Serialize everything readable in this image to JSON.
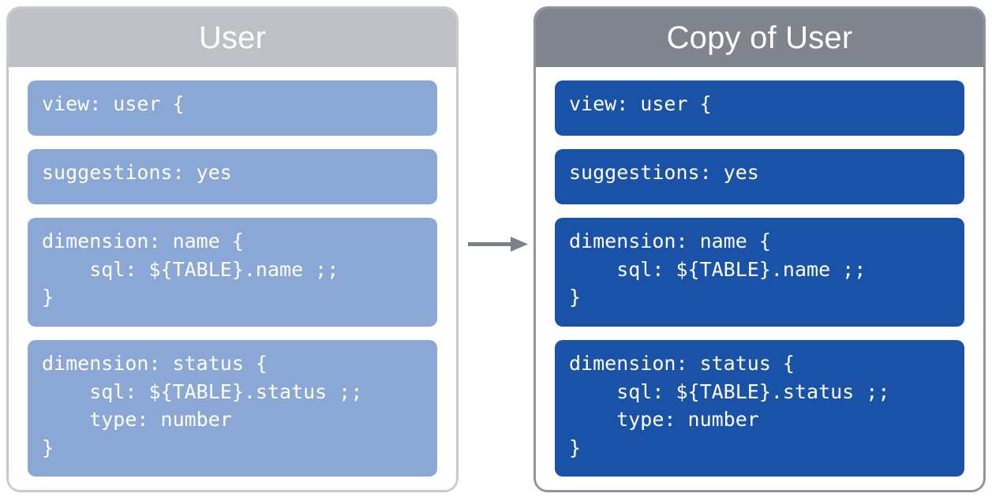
{
  "diagram": {
    "type": "flow",
    "description": "Two side-by-side LookML view panels connected by a right-pointing arrow, showing a source view and its duplicate.",
    "colors": {
      "source_header_gray": "#bdc1c6",
      "source_border_gray": "#c8cbce",
      "source_code_blue": "#8ba7d6",
      "copy_header_gray": "#80858d",
      "copy_border_gray": "#8f959c",
      "copy_code_blue": "#1a52a8",
      "arrow_gray": "#7b818a",
      "panel_background": "#ffffff",
      "code_text": "#ffffff"
    }
  },
  "panels": [
    {
      "id": "source",
      "title": "User",
      "blocks": [
        {
          "name": "view-declaration",
          "code": "view: user {"
        },
        {
          "name": "suggestions-setting",
          "code": "suggestions: yes"
        },
        {
          "name": "dimension-name",
          "code": "dimension: name {\n    sql: ${TABLE}.name ;;\n}"
        },
        {
          "name": "dimension-status",
          "code": "dimension: status {\n    sql: ${TABLE}.status ;;\n    type: number\n}"
        }
      ]
    },
    {
      "id": "copy",
      "title": "Copy of User",
      "blocks": [
        {
          "name": "view-declaration",
          "code": "view: user {"
        },
        {
          "name": "suggestions-setting",
          "code": "suggestions: yes"
        },
        {
          "name": "dimension-name",
          "code": "dimension: name {\n    sql: ${TABLE}.name ;;\n}"
        },
        {
          "name": "dimension-status",
          "code": "dimension: status {\n    sql: ${TABLE}.status ;;\n    type: number\n}"
        }
      ]
    }
  ],
  "connector": {
    "name": "copy-arrow",
    "icon": "arrow-right-icon",
    "direction": "right"
  }
}
